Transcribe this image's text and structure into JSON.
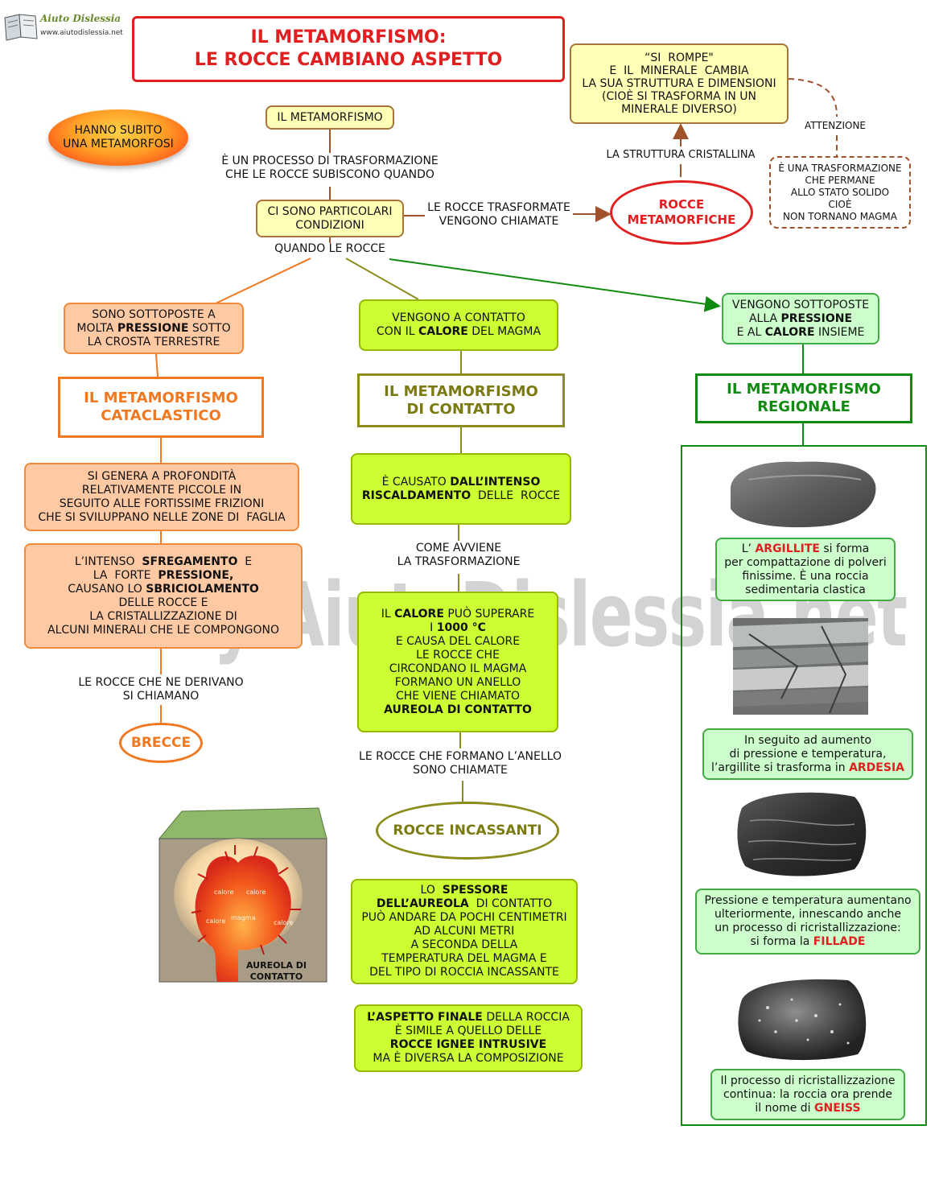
{
  "logo": {
    "name": "Aiuto Dislessia",
    "url": "www.aiutodislessia.net"
  },
  "title": {
    "line1": "IL METAMORFISMO:",
    "line2": "LE ROCCE CAMBIANO ASPETTO"
  },
  "watermark": "by AiutoDislessia.net",
  "metamorfosi_badge": {
    "line1": "HANNO SUBITO",
    "line2": "UNA METAMORFOSI"
  },
  "il_metamorfismo": "IL  METAMORFISMO",
  "processo_label": {
    "line1": "È UN PROCESSO DI TRASFORMAZIONE",
    "line2": "CHE LE ROCCE SUBISCONO QUANDO"
  },
  "condizioni": {
    "line1": "CI SONO PARTICOLARI",
    "line2": "CONDIZIONI"
  },
  "trasformate_label": {
    "line1": "LE ROCCE TRASFORMATE",
    "line2": "VENGONO CHIAMATE"
  },
  "rocce_metamorfiche": {
    "line1": "ROCCE",
    "line2": "METAMORFICHE"
  },
  "struttura_label": "LA STRUTTURA CRISTALLINA",
  "si_rompe": {
    "line1": "“SI  ROMPE\"",
    "line2": "E  IL  MINERALE  CAMBIA",
    "line3": "LA SUA STRUTTURA E DIMENSIONI",
    "line4": "(CIOÈ SI TRASFORMA IN UN",
    "line5": "MINERALE DIVERSO)"
  },
  "attenzione_label": "ATTENZIONE",
  "attenzione_box": {
    "line1": "È UNA TRASFORMAZIONE",
    "line2": "CHE PERMANE",
    "line3": "ALLO STATO SOLIDO",
    "line4": "CIOÈ",
    "line5": "NON TORNANO MAGMA"
  },
  "quando_label": "QUANDO LE ROCCE",
  "left": {
    "condition": {
      "line1": "SONO SOTTOPOSTE A",
      "pre2": "MOLTA ",
      "bold2": "PRESSIONE",
      "post2": " SOTTO",
      "line3": "LA CROSTA TERRESTRE"
    },
    "title": {
      "line1": "IL METAMORFISMO",
      "line2": "CATACLASTICO"
    },
    "desc1": {
      "line1": "SI GENERA A PROFONDITÀ",
      "line2": "RELATIVAMENTE PICCOLE IN",
      "line3": "SEGUITO ALLE FORTISSIME FRIZIONI",
      "line4": "CHE SI SVILUPPANO NELLE ZONE DI  FAGLIA"
    },
    "desc2": {
      "pre1": "L’INTENSO  ",
      "bold1": "SFREGAMENTO",
      "post1": "  E",
      "pre2": "LA  FORTE  ",
      "bold2": "PRESSIONE,",
      "pre3": "CAUSANO LO ",
      "bold3": "SBRICIOLAMENTO",
      "line4": "DELLE ROCCE E",
      "line5": "LA CRISTALLIZZAZIONE DI",
      "line6": "ALCUNI MINERALI CHE LE COMPONGONO"
    },
    "derivano_label": {
      "line1": "LE ROCCE CHE NE DERIVANO",
      "line2": "SI CHIAMANO"
    },
    "result": "BRECCE"
  },
  "middle": {
    "condition": {
      "line1": "VENGONO A CONTATTO",
      "pre2": "CON IL ",
      "bold2": "CALORE",
      "post2": " DEL MAGMA"
    },
    "title": {
      "line1": "IL METAMORFISMO",
      "line2": "DI CONTATTO"
    },
    "desc1": {
      "pre1": "È CAUSATO ",
      "bold1": "DALL’INTENSO",
      "bold2": "RISCALDAMENTO",
      "post2": "  DELLE  ROCCE"
    },
    "come_label": {
      "line1": "COME AVVIENE",
      "line2": "LA TRASFORMAZIONE"
    },
    "desc2": {
      "pre1": "IL ",
      "bold1": "CALORE",
      "post1": " PUÒ SUPERARE",
      "pre2": "I ",
      "bold2": "1000 °C",
      "line3": "E CAUSA DEL CALORE",
      "line4": "LE ROCCE CHE",
      "line5": "CIRCONDANO IL MAGMA",
      "line6": "FORMANO UN ANELLO",
      "line7": "CHE VIENE CHIAMATO",
      "bold8": "AUREOLA DI CONTATTO"
    },
    "anello_label": {
      "line1": "LE ROCCE CHE FORMANO L’ANELLO",
      "line2": "SONO CHIAMATE"
    },
    "result": "ROCCE INCASSANTI",
    "spessore": {
      "pre1": "LO  ",
      "bold1": "SPESSORE",
      "bold2": "DELL’AUREOLA",
      "post2": "  DI CONTATTO",
      "line3": "PUÒ ANDARE DA POCHI CENTIMETRI",
      "line4": "AD ALCUNI METRI",
      "line5": "A SECONDA DELLA",
      "line6": "TEMPERATURA DEL MAGMA E",
      "line7": "DEL TIPO DI ROCCIA INCASSANTE"
    },
    "aspetto": {
      "bold1": "L’ASPETTO FINALE",
      "post1": " DELLA ROCCIA",
      "line2": "È SIMILE A QUELLO DELLE",
      "bold3": "ROCCE IGNEE INTRUSIVE",
      "line4": "MA È DIVERSA LA COMPOSIZIONE"
    }
  },
  "illustration": {
    "calore": "calore",
    "magma": "magma",
    "aureola_line1": "AUREOLA DI",
    "aureola_line2": "CONTATTO"
  },
  "right": {
    "condition": {
      "line1": "VENGONO SOTTOPOSTE",
      "pre2": "ALLA ",
      "bold2": "PRESSIONE",
      "pre3": "E AL ",
      "bold3": "CALORE",
      "post3": " INSIEME"
    },
    "title": {
      "line1": "IL METAMORFISMO",
      "line2": "REGIONALE"
    },
    "argillite": {
      "pre1": "L’ ",
      "red1": "ARGILLITE",
      "post1": " si forma",
      "line2": "per compattazione di polveri",
      "line3": "finissime. È una roccia",
      "line4": "sedimentaria clastica"
    },
    "ardesia": {
      "line1": "In seguito ad aumento",
      "line2": "di pressione e temperatura,",
      "pre3": "l’argillite si trasforma in ",
      "red3": "ARDESIA"
    },
    "fillade": {
      "line1": "Pressione e temperatura aumentano",
      "line2": "ulteriormente, innescando anche",
      "line3": "un processo di ricristallizzazione:",
      "pre4": "si forma la ",
      "red4": "FILLADE"
    },
    "gneiss": {
      "line1": "Il processo di ricristallizzazione",
      "line2": "continua: la roccia ora prende",
      "pre3": "il nome di ",
      "red3": "GNEISS"
    }
  },
  "colors": {
    "orange": "#f07820",
    "olive": "#8c8c1c",
    "green": "#118a11",
    "red": "#e02020",
    "lime": "#ccff33",
    "lightgreen": "#ccffcc",
    "peach": "#ffc9a3",
    "yellow": "#ffffb6"
  }
}
